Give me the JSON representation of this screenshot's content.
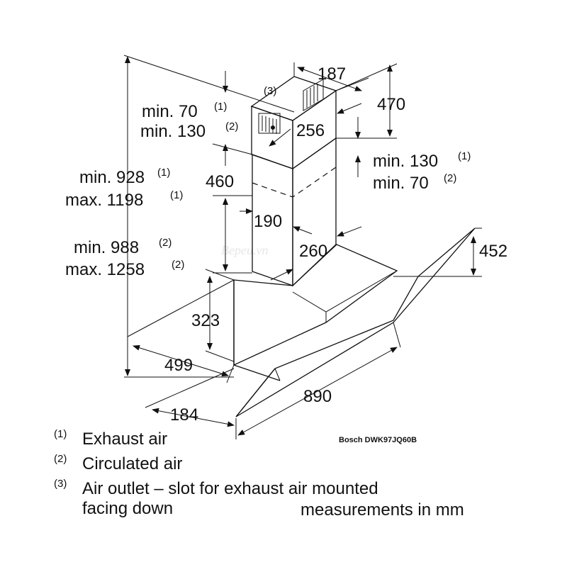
{
  "dimensions": {
    "chimney_depth_top": "187",
    "chimney_upper_height": "470",
    "chimney_width": "256",
    "chimney_lower_height": "460",
    "chimney_front_width": "190",
    "chimney_side_depth": "260",
    "glass_height": "452",
    "body_height": "323",
    "body_depth": "499",
    "glass_width": "890",
    "glass_offset": "184"
  },
  "clearances": {
    "left_min_exhaust": "min. 70",
    "left_min_exhaust_ref": "(1)",
    "left_min_circ": "min. 130",
    "left_min_circ_ref": "(2)",
    "right_min_exhaust": "min. 130",
    "right_min_exhaust_ref": "(1)",
    "right_min_circ": "min. 70",
    "right_min_circ_ref": "(2)"
  },
  "total_height": {
    "exhaust_min": "min. 928",
    "exhaust_min_ref": "(1)",
    "exhaust_max": "max. 1198",
    "exhaust_max_ref": "(1)",
    "circ_min": "min. 988",
    "circ_min_ref": "(2)",
    "circ_max": "max. 1258",
    "circ_max_ref": "(2)"
  },
  "callout_3": "(3)",
  "model": "Bosch DWK97JQ60B",
  "watermark": "Bepeu.vn",
  "legend": [
    {
      "ref": "(1)",
      "text": "Exhaust air"
    },
    {
      "ref": "(2)",
      "text": "Circulated air"
    },
    {
      "ref": "(3)",
      "text": "Air outlet – slot for exhaust air mounted"
    }
  ],
  "legend_continuation": "facing down",
  "units_note": "measurements in mm"
}
